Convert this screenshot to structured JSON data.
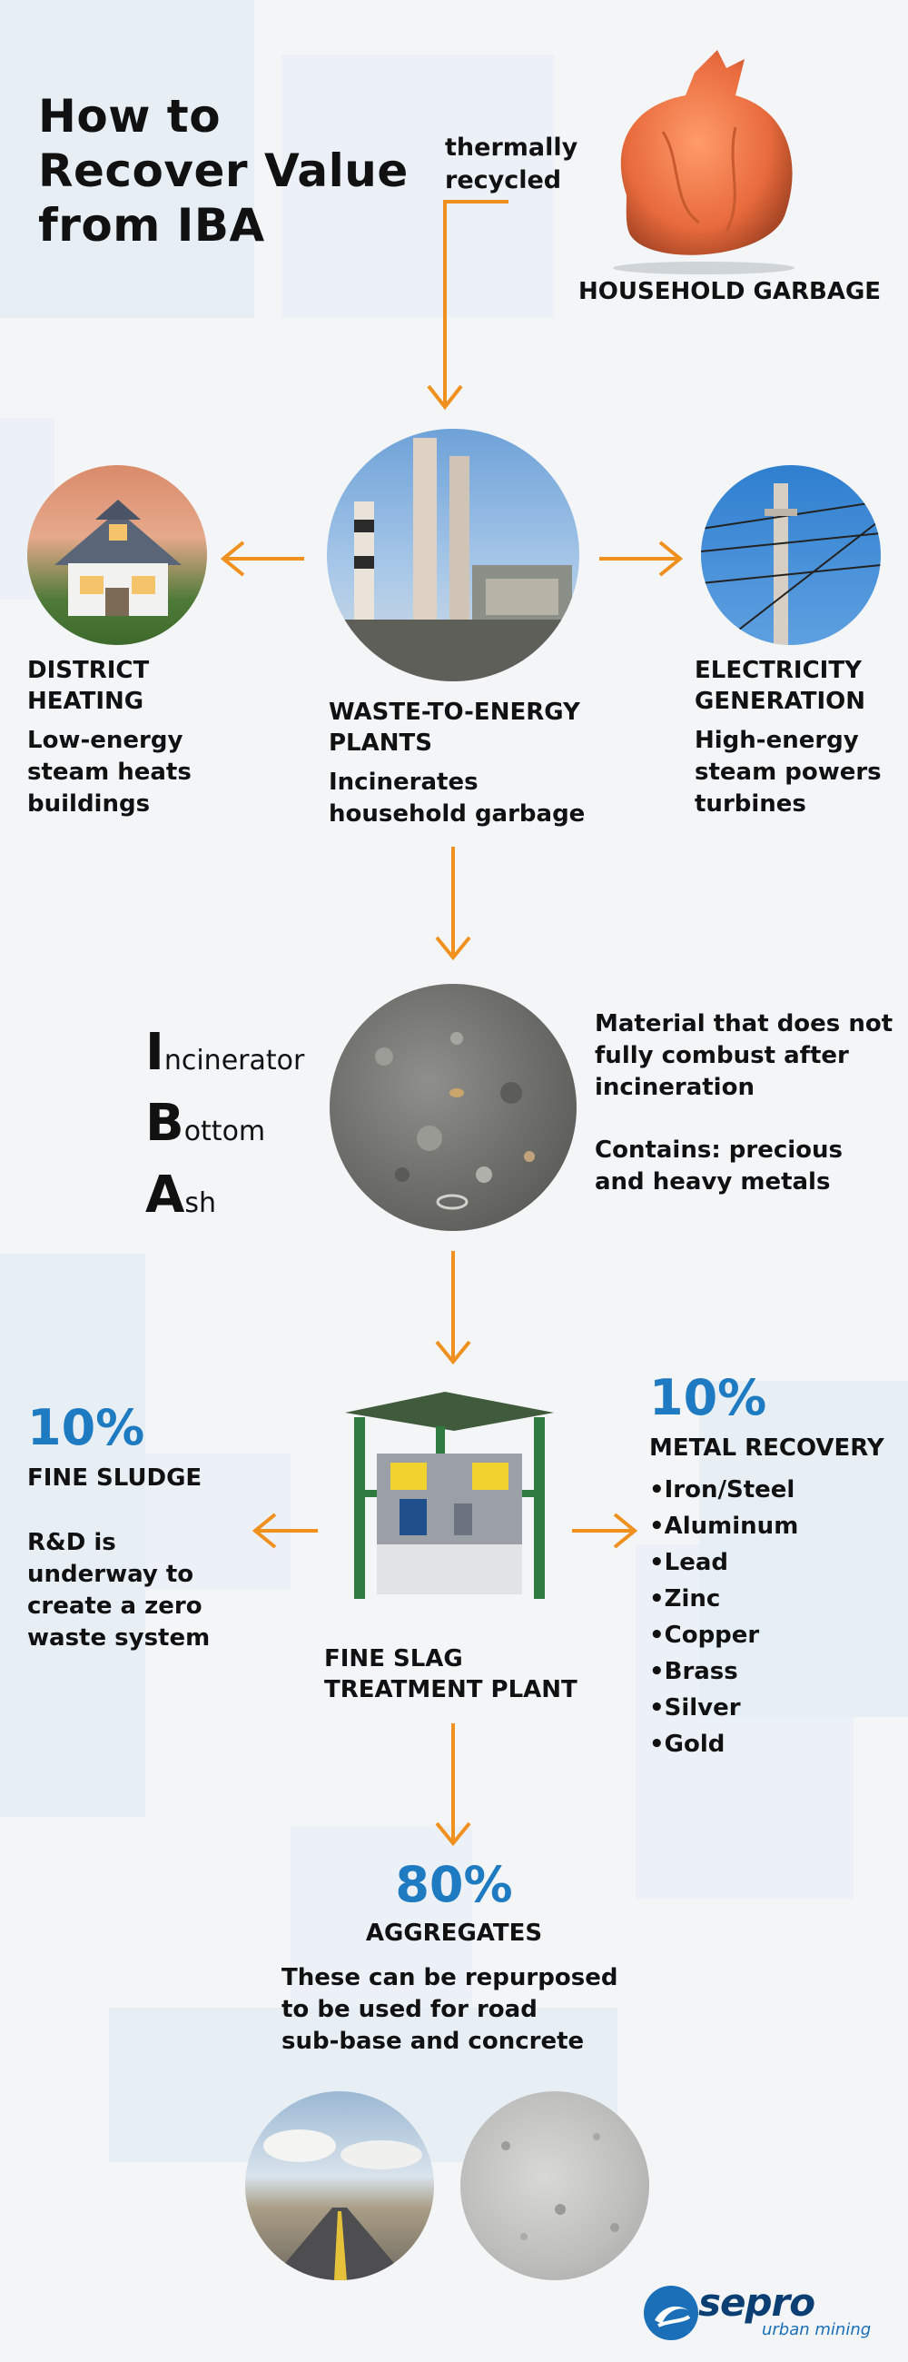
{
  "title_lines": [
    "How to",
    "Recover Value",
    "from IBA"
  ],
  "thermal": [
    "thermally",
    "recycled"
  ],
  "garbage": {
    "label": "HOUSEHOLD GARBAGE"
  },
  "district": {
    "title": [
      "DISTRICT",
      "HEATING"
    ],
    "desc": [
      "Low-energy",
      "steam heats",
      "buildings"
    ]
  },
  "wte": {
    "title": [
      "WASTE-TO-ENERGY",
      "PLANTS"
    ],
    "desc": [
      "Incinerates",
      "household garbage"
    ]
  },
  "electricity": {
    "title": [
      "ELECTRICITY",
      "GENERATION"
    ],
    "desc": [
      "High-energy",
      "steam powers",
      "turbines"
    ]
  },
  "iba": {
    "acronym": [
      {
        "initial": "I",
        "rest": "ncinerator"
      },
      {
        "initial": "B",
        "rest": "ottom"
      },
      {
        "initial": "A",
        "rest": "sh"
      }
    ],
    "desc1": [
      "Material that does not",
      "fully combust after",
      "incineration"
    ],
    "desc2": [
      "Contains: precious",
      "and heavy metals"
    ]
  },
  "fine_sludge": {
    "pct": "10%",
    "title": "FINE SLUDGE",
    "desc": [
      "R&D is",
      "underway to",
      "create a zero",
      "waste system"
    ]
  },
  "metal": {
    "pct": "10%",
    "title": "METAL RECOVERY",
    "items": [
      "Iron/Steel",
      "Aluminum",
      "Lead",
      "Zinc",
      "Copper",
      "Brass",
      "Silver",
      "Gold"
    ]
  },
  "plant": {
    "title": [
      "FINE SLAG",
      "TREATMENT PLANT"
    ]
  },
  "aggregates": {
    "pct": "80%",
    "title": "AGGREGATES",
    "desc": [
      "These can be repurposed",
      "to be used for road",
      "sub-base and concrete"
    ]
  },
  "logo": {
    "name": "sepro",
    "tagline": "urban mining"
  },
  "colors": {
    "arrow": "#f0901e",
    "percent": "#1f7bc1",
    "background_block": "#dce9f4"
  }
}
